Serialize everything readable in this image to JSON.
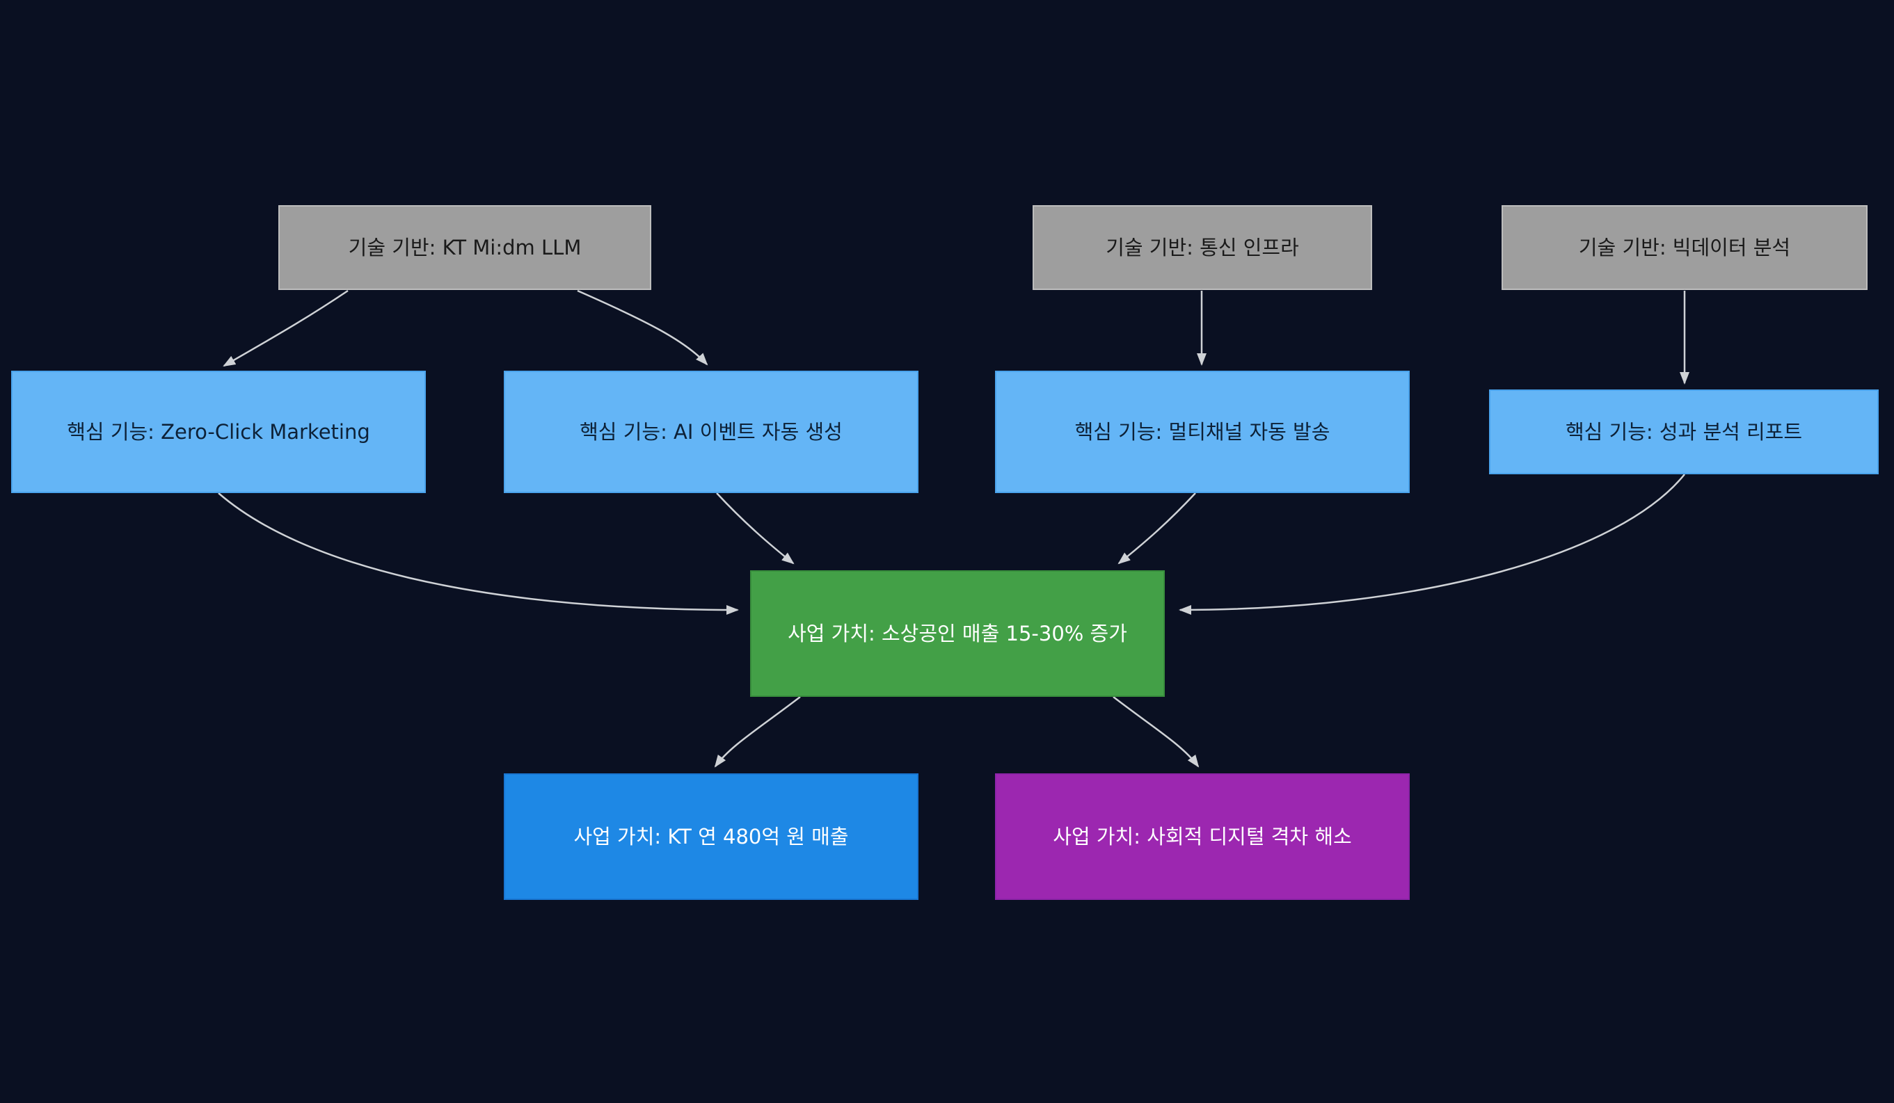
{
  "colors": {
    "background": "#0a1022",
    "edge": "#cfd2d6"
  },
  "nodes": {
    "tech_llm": {
      "label": "기술 기반: KT Mi:dm LLM",
      "fill": "#9e9e9e",
      "border": "#bdbdbd",
      "text": "#1a1a1a"
    },
    "tech_network": {
      "label": "기술 기반: 통신 인프라",
      "fill": "#9e9e9e",
      "border": "#bdbdbd",
      "text": "#1a1a1a"
    },
    "tech_bigdata": {
      "label": "기술 기반: 빅데이터 분석",
      "fill": "#9e9e9e",
      "border": "#bdbdbd",
      "text": "#1a1a1a"
    },
    "feat_zeroclick": {
      "label": "핵심 기능: Zero-Click Marketing",
      "fill": "#64b5f6",
      "border": "#4aa3ec",
      "text": "#0d2137"
    },
    "feat_ai_event": {
      "label": "핵심 기능: AI 이벤트 자동 생성",
      "fill": "#64b5f6",
      "border": "#4aa3ec",
      "text": "#0d2137"
    },
    "feat_multichannel": {
      "label": "핵심 기능: 멀티채널 자동 발송",
      "fill": "#64b5f6",
      "border": "#4aa3ec",
      "text": "#0d2137"
    },
    "feat_report": {
      "label": "핵심 기능: 성과 분석 리포트",
      "fill": "#64b5f6",
      "border": "#4aa3ec",
      "text": "#0d2137"
    },
    "value_sales": {
      "label": "사업 가치: 소상공인 매출 15-30% 증가",
      "fill": "#43a047",
      "border": "#388e3c",
      "text": "#ffffff"
    },
    "value_kt": {
      "label": "사업 가치: KT 연 480억 원 매출",
      "fill": "#1e88e5",
      "border": "#1976d2",
      "text": "#ffffff"
    },
    "value_social": {
      "label": "사업 가치: 사회적 디지털 격차 해소",
      "fill": "#9c27b0",
      "border": "#8e24aa",
      "text": "#ffffff"
    }
  }
}
